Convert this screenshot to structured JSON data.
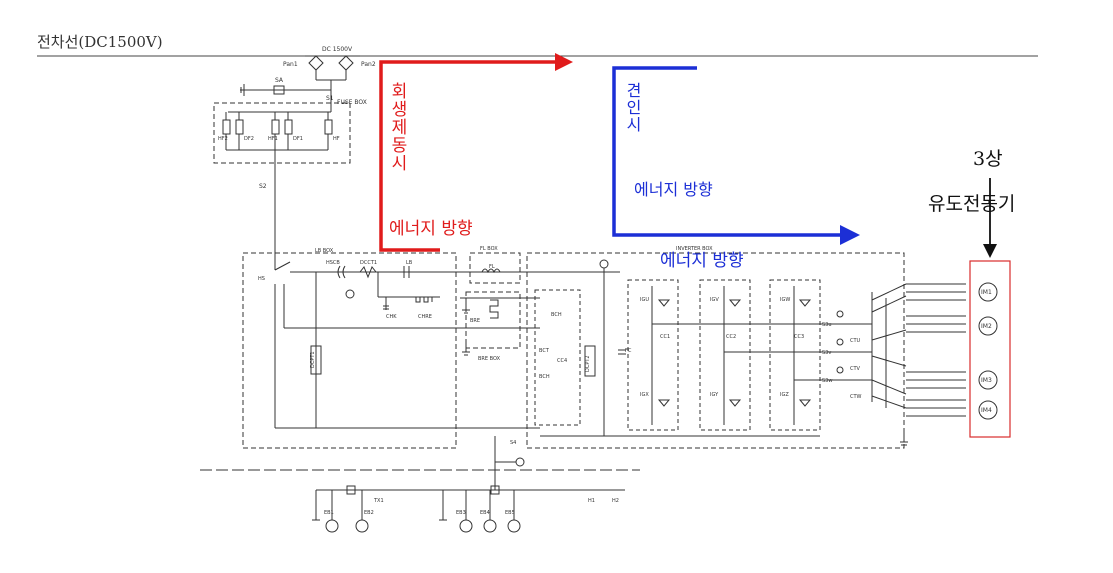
{
  "header": {
    "catenary_label": "전차선(DC1500V)"
  },
  "annotations": {
    "regen_vertical": "회생제동시",
    "regen_energy": "에너지 방향",
    "traction_vertical": "견인시",
    "traction_energy_upper": "에너지 방향",
    "traction_energy_lower": "에너지 방향",
    "motor_phase": "3상",
    "motor_type": "유도전동기"
  },
  "colors": {
    "regen": "#e01b1b",
    "traction": "#1c2fd6",
    "motor_box": "#d92b2b"
  },
  "schematic": {
    "pantograph": {
      "voltage": "DC 1500V",
      "pan1": "Pan1",
      "pan2": "Pan2"
    },
    "top_labels": {
      "sa": "SA",
      "s1": "S1",
      "fuse_box": "FUSE BOX",
      "fuse1": "HF2",
      "fuse2": "DF2",
      "fuse3": "HF1",
      "fuse4": "DF1",
      "fuse5": "HF",
      "s2": "S2"
    },
    "main_labels": {
      "lb_box": "LB BOX",
      "hs": "HS",
      "hscb": "HSCB",
      "dcct": "DCCT1",
      "lb": "LB",
      "chk": "CHK",
      "chre": "CHRE",
      "dcpt1": "DCPT1",
      "fl_box": "FL BOX",
      "fl": "FL",
      "bre_box": "BRE BOX",
      "bre": "BRE",
      "inverter_box": "INVERTER BOX",
      "bch": "BCH",
      "bct": "BCT",
      "cc4": "CC4",
      "dcpt2": "DCPT2",
      "fc": "FC",
      "cc1": "CC1",
      "cc2": "CC2",
      "cc3": "CC3",
      "igu": "IGU",
      "igv": "IGV",
      "igw": "IGW",
      "igx": "IGX",
      "igy": "IGY",
      "igz": "IGZ",
      "ctu": "CTU",
      "ctv": "CTV",
      "ctw": "CTW",
      "s3u": "S3u",
      "s3v": "S3v",
      "s3w": "S3w"
    },
    "motors": [
      "IM1",
      "IM2",
      "IM3",
      "IM4"
    ],
    "bottom_labels": {
      "s4": "S4",
      "tx1": "TX1",
      "h1": "H1",
      "h2": "H2",
      "eb1": "EB1",
      "eb2": "EB2",
      "eb3": "EB3",
      "eb4": "EB4",
      "eb5": "EB5"
    }
  }
}
